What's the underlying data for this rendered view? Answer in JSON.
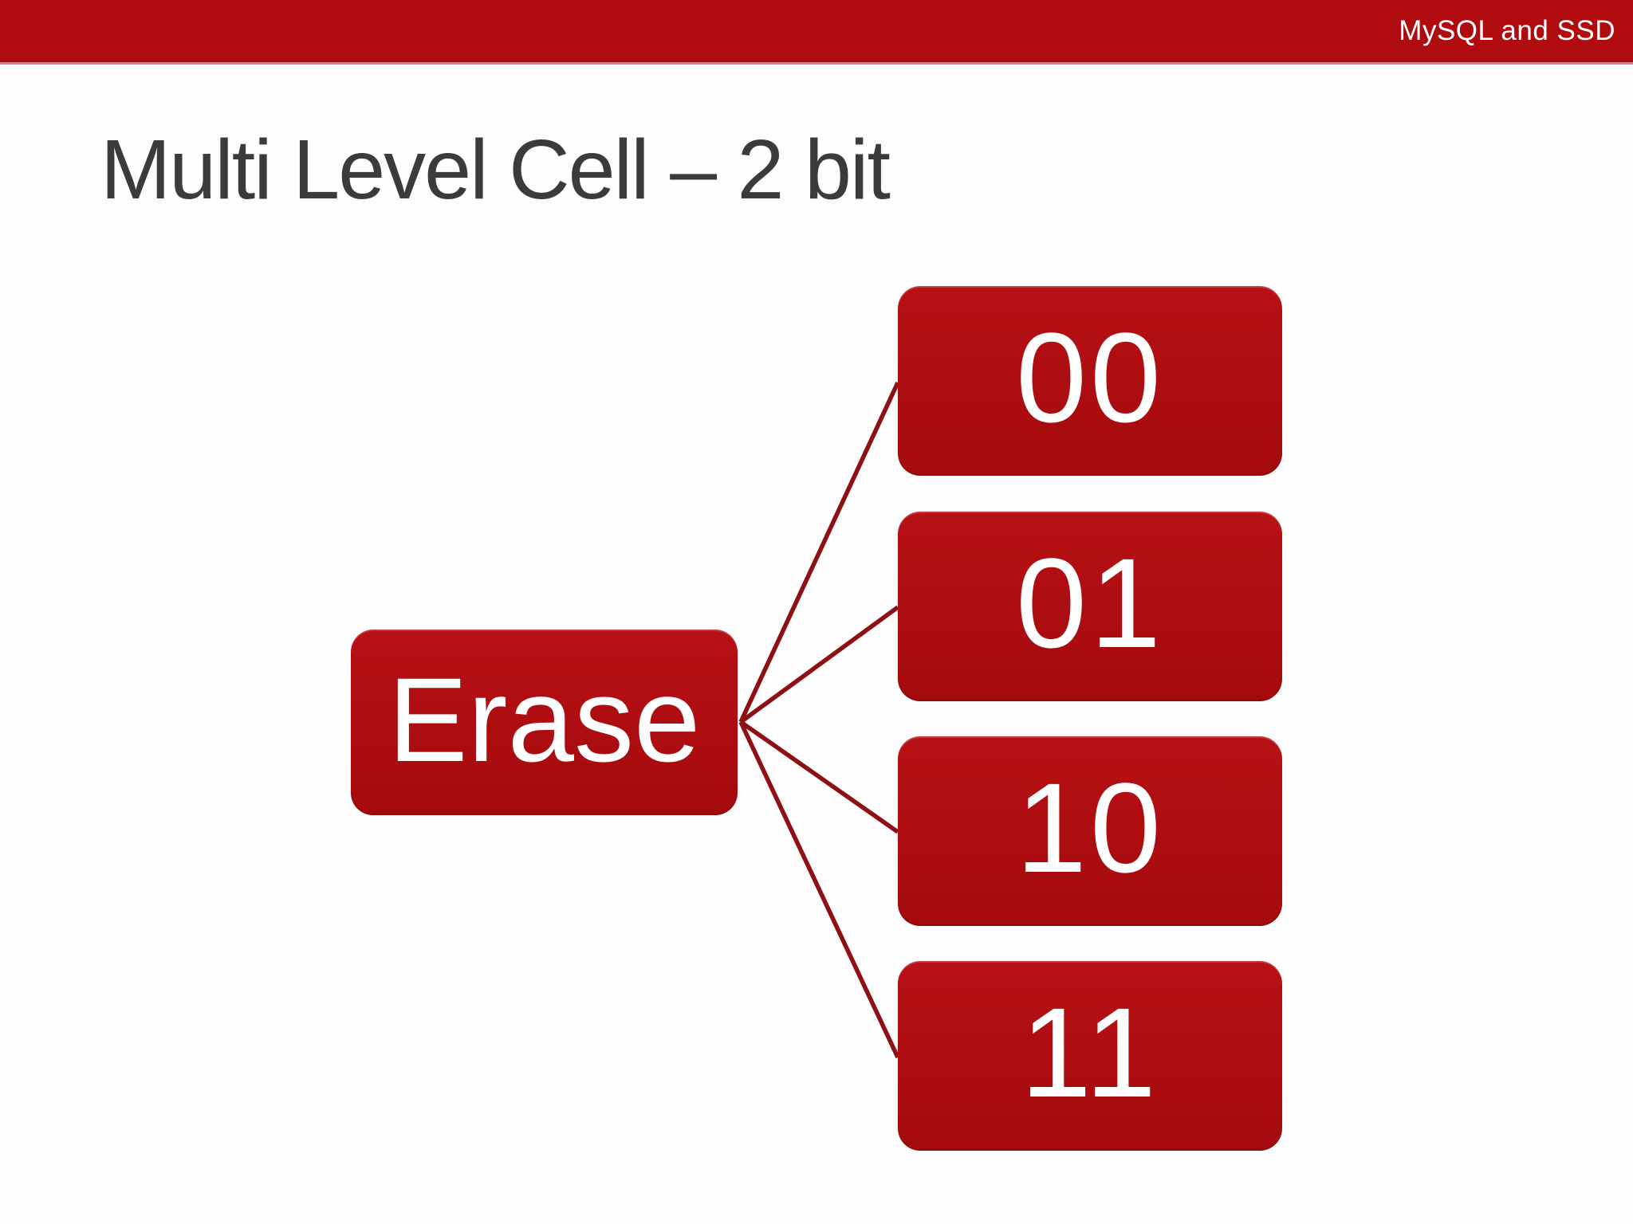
{
  "header": {
    "label": "MySQL and SSD"
  },
  "slide": {
    "title": "Multi Level Cell – 2 bit"
  },
  "diagram": {
    "type": "fan-out",
    "source": {
      "label": "Erase"
    },
    "targets": [
      {
        "label": "00"
      },
      {
        "label": "01"
      },
      {
        "label": "10"
      },
      {
        "label": "11"
      }
    ],
    "edges": [
      {
        "from": "Erase",
        "to": "00"
      },
      {
        "from": "Erase",
        "to": "01"
      },
      {
        "from": "Erase",
        "to": "10"
      },
      {
        "from": "Erase",
        "to": "11"
      }
    ]
  },
  "colors": {
    "accent_red": "#b00c10",
    "accent_red_dark": "#a40a0d",
    "accent_red_light": "#b71114",
    "connector_red": "#8e1013",
    "title_gray": "#3b3b3d",
    "header_edge": "#c9808f",
    "text_on_red": "#ffffff"
  }
}
